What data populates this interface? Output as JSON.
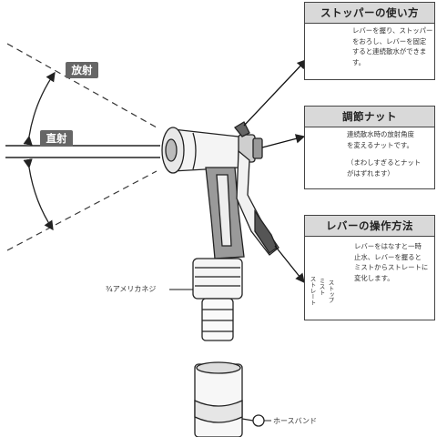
{
  "spray_labels": {
    "spread": "放射",
    "straight": "直射"
  },
  "panels": {
    "stopper": {
      "title": "ストッパーの使い方",
      "lines": [
        "レバーを握り、ストッパー",
        "をおろし、レバーを固定",
        "すると連続散水ができま",
        "す。"
      ]
    },
    "nut": {
      "title": "調節ナット",
      "lines": [
        "連続散水時の放射角度",
        "を変えるナットです。"
      ],
      "note_lines": [
        "（まわしすぎるとナット",
        "がはずれます）"
      ]
    },
    "lever": {
      "title": "レバーの操作方法",
      "lines": [
        "レバーをはなすと一時",
        "止水、レバーを握ると",
        "ミストからストレートに",
        "変化します。"
      ],
      "scale_labels": [
        "ストップ",
        "ミスト",
        "ストレート"
      ]
    }
  },
  "callouts": {
    "thread": "¾アメリカネジ",
    "hose_band": "ホースバンド"
  },
  "colors": {
    "label_fill": "#666666",
    "panel_head": "#d9d9d9",
    "nozzle_grip": "#9a9a9a",
    "dark_detail": "#555555"
  }
}
